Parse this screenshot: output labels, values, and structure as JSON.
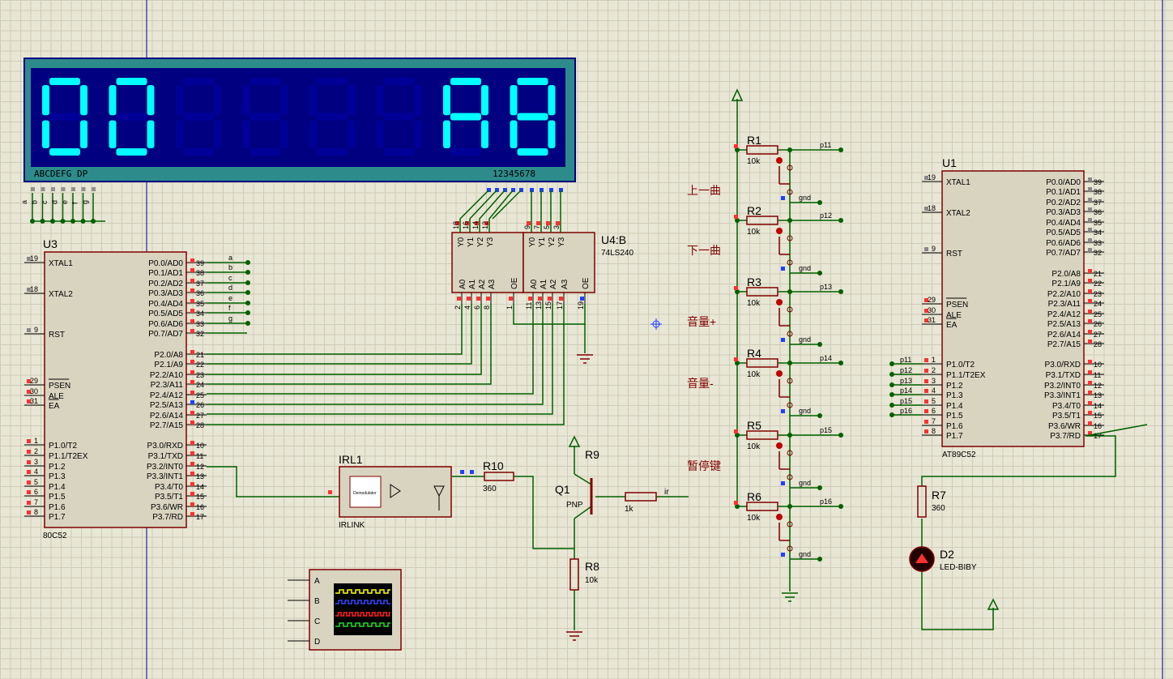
{
  "display": {
    "digits": [
      "0",
      "0",
      "8",
      "8",
      "8",
      "8",
      "A",
      "8"
    ],
    "lit": [
      true,
      true,
      false,
      false,
      false,
      false,
      true,
      true
    ],
    "left_label": "ABCDEFG  DP",
    "right_label": "12345678",
    "seg_pins": [
      "a",
      "b",
      "c",
      "d",
      "e",
      "f",
      "g"
    ]
  },
  "u3": {
    "ref": "U3",
    "part": "80C52",
    "left_pins": [
      {
        "num": "19",
        "name": "XTAL1"
      },
      {
        "num": "18",
        "name": "XTAL2"
      },
      {
        "num": "9",
        "name": "RST"
      },
      {
        "num": "29",
        "name": "PSEN"
      },
      {
        "num": "30",
        "name": "ALE"
      },
      {
        "num": "31",
        "name": "EA"
      },
      {
        "num": "1",
        "name": "P1.0/T2"
      },
      {
        "num": "2",
        "name": "P1.1/T2EX"
      },
      {
        "num": "3",
        "name": "P1.2"
      },
      {
        "num": "4",
        "name": "P1.3"
      },
      {
        "num": "5",
        "name": "P1.4"
      },
      {
        "num": "6",
        "name": "P1.5"
      },
      {
        "num": "7",
        "name": "P1.6"
      },
      {
        "num": "8",
        "name": "P1.7"
      }
    ],
    "right_pins": [
      {
        "num": "39",
        "name": "P0.0/AD0",
        "net": "a"
      },
      {
        "num": "38",
        "name": "P0.1/AD1",
        "net": "b"
      },
      {
        "num": "37",
        "name": "P0.2/AD2",
        "net": "c"
      },
      {
        "num": "36",
        "name": "P0.3/AD3",
        "net": "d"
      },
      {
        "num": "35",
        "name": "P0.4/AD4",
        "net": "e"
      },
      {
        "num": "34",
        "name": "P0.5/AD5",
        "net": "f"
      },
      {
        "num": "33",
        "name": "P0.6/AD6",
        "net": "g"
      },
      {
        "num": "32",
        "name": "P0.7/AD7",
        "net": ""
      },
      {
        "num": "21",
        "name": "P2.0/A8"
      },
      {
        "num": "22",
        "name": "P2.1/A9"
      },
      {
        "num": "23",
        "name": "P2.2/A10"
      },
      {
        "num": "24",
        "name": "P2.3/A11"
      },
      {
        "num": "25",
        "name": "P2.4/A12"
      },
      {
        "num": "26",
        "name": "P2.5/A13"
      },
      {
        "num": "27",
        "name": "P2.6/A14"
      },
      {
        "num": "28",
        "name": "P2.7/A15"
      },
      {
        "num": "10",
        "name": "P3.0/RXD"
      },
      {
        "num": "11",
        "name": "P3.1/TXD"
      },
      {
        "num": "12",
        "name": "P3.2/INT0"
      },
      {
        "num": "13",
        "name": "P3.3/INT1"
      },
      {
        "num": "14",
        "name": "P3.4/T0"
      },
      {
        "num": "15",
        "name": "P3.5/T1"
      },
      {
        "num": "16",
        "name": "P3.6/WR"
      },
      {
        "num": "17",
        "name": "P3.7/RD"
      }
    ]
  },
  "u1": {
    "ref": "U1",
    "part": "AT89C52",
    "left_pins": [
      {
        "num": "19",
        "name": "XTAL1"
      },
      {
        "num": "18",
        "name": "XTAL2"
      },
      {
        "num": "9",
        "name": "RST"
      },
      {
        "num": "29",
        "name": "PSEN"
      },
      {
        "num": "30",
        "name": "ALE"
      },
      {
        "num": "31",
        "name": "EA"
      },
      {
        "num": "1",
        "name": "P1.0/T2",
        "net": "p11"
      },
      {
        "num": "2",
        "name": "P1.1/T2EX",
        "net": "p12"
      },
      {
        "num": "3",
        "name": "P1.2",
        "net": "p13"
      },
      {
        "num": "4",
        "name": "P1.3",
        "net": "p14"
      },
      {
        "num": "5",
        "name": "P1.4",
        "net": "p15"
      },
      {
        "num": "6",
        "name": "P1.5",
        "net": "p16"
      },
      {
        "num": "7",
        "name": "P1.6",
        "net": ""
      },
      {
        "num": "8",
        "name": "P1.7",
        "net": ""
      }
    ],
    "right_pins": [
      {
        "num": "39",
        "name": "P0.0/AD0"
      },
      {
        "num": "38",
        "name": "P0.1/AD1"
      },
      {
        "num": "37",
        "name": "P0.2/AD2"
      },
      {
        "num": "36",
        "name": "P0.3/AD3"
      },
      {
        "num": "35",
        "name": "P0.4/AD4"
      },
      {
        "num": "34",
        "name": "P0.5/AD5"
      },
      {
        "num": "33",
        "name": "P0.6/AD6"
      },
      {
        "num": "32",
        "name": "P0.7/AD7"
      },
      {
        "num": "21",
        "name": "P2.0/A8"
      },
      {
        "num": "22",
        "name": "P2.1/A9"
      },
      {
        "num": "23",
        "name": "P2.2/A10"
      },
      {
        "num": "24",
        "name": "P2.3/A11"
      },
      {
        "num": "25",
        "name": "P2.4/A12"
      },
      {
        "num": "26",
        "name": "P2.5/A13"
      },
      {
        "num": "27",
        "name": "P2.6/A14"
      },
      {
        "num": "28",
        "name": "P2.7/A15"
      },
      {
        "num": "10",
        "name": "P3.0/RXD"
      },
      {
        "num": "11",
        "name": "P3.1/TXD"
      },
      {
        "num": "12",
        "name": "P3.2/INT0"
      },
      {
        "num": "13",
        "name": "P3.3/INT1"
      },
      {
        "num": "14",
        "name": "P3.4/T0"
      },
      {
        "num": "15",
        "name": "P3.5/T1"
      },
      {
        "num": "16",
        "name": "P3.6/WR"
      },
      {
        "num": "17",
        "name": "P3.7/RD",
        "net": "ir"
      }
    ]
  },
  "u4": {
    "ref": "U4:B",
    "part": "74LS240",
    "top_pins_a": [
      {
        "num": "18",
        "name": "Y0"
      },
      {
        "num": "16",
        "name": "Y1"
      },
      {
        "num": "14",
        "name": "Y2"
      },
      {
        "num": "12",
        "name": "Y3"
      }
    ],
    "top_pins_b": [
      {
        "num": "9",
        "name": "Y0"
      },
      {
        "num": "7",
        "name": "Y1"
      },
      {
        "num": "5",
        "name": "Y2"
      },
      {
        "num": "3",
        "name": "Y3"
      }
    ],
    "bottom_pins_a": [
      {
        "num": "2",
        "name": "A0"
      },
      {
        "num": "4",
        "name": "A1"
      },
      {
        "num": "6",
        "name": "A2"
      },
      {
        "num": "8",
        "name": "A3"
      },
      {
        "num": "1",
        "name": "OE"
      }
    ],
    "bottom_pins_b": [
      {
        "num": "11",
        "name": "A0"
      },
      {
        "num": "13",
        "name": "A1"
      },
      {
        "num": "15",
        "name": "A2"
      },
      {
        "num": "17",
        "name": "A3"
      },
      {
        "num": "19",
        "name": "OE"
      }
    ]
  },
  "keys": [
    {
      "res": "R1",
      "value": "10k",
      "net": "p11",
      "label": "上一曲"
    },
    {
      "res": "R2",
      "value": "10k",
      "net": "p12",
      "label": "下一曲"
    },
    {
      "res": "R3",
      "value": "10k",
      "net": "p13",
      "label": "音量+"
    },
    {
      "res": "R4",
      "value": "10k",
      "net": "p14",
      "label": "音量-"
    },
    {
      "res": "R5",
      "value": "10k",
      "net": "p15",
      "label": "暂停键"
    },
    {
      "res": "R6",
      "value": "10k",
      "net": "p16",
      "label": ""
    }
  ],
  "gnd_label": "gnd",
  "irl": {
    "ref": "IRL1",
    "part": "IRLINK",
    "inner": "Demodulator"
  },
  "r10": {
    "ref": "R10",
    "value": "360"
  },
  "q1": {
    "ref": "Q1",
    "type": "PNP"
  },
  "r9": {
    "ref": "R9"
  },
  "r_base": {
    "value": "1k",
    "net": "ir"
  },
  "r8": {
    "ref": "R8",
    "value": "10k"
  },
  "r7": {
    "ref": "R7",
    "value": "360"
  },
  "d2": {
    "ref": "D2",
    "part": "LED-BIBY"
  },
  "scope": {
    "channels": [
      "A",
      "B",
      "C",
      "D"
    ],
    "trace_colors": [
      "#ffff00",
      "#3344ff",
      "#ff2020",
      "#20e020"
    ]
  },
  "colors": {
    "wire": "#006000",
    "comp": "#800000",
    "text": "#000000",
    "pin_red": "#ff3030",
    "pin_blue": "#2040ff",
    "chip_fill": "#d8d4c0"
  }
}
